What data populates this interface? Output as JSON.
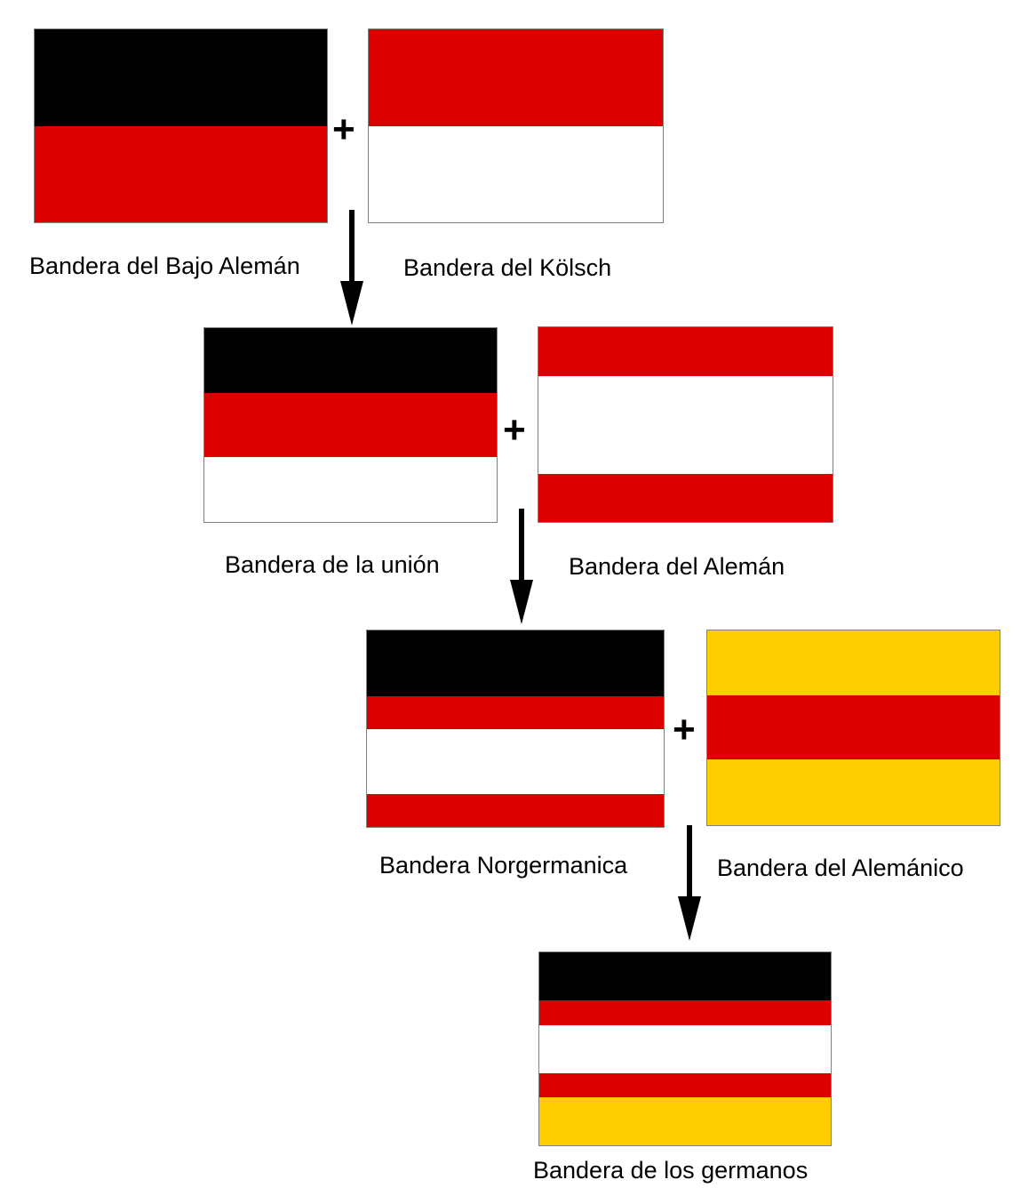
{
  "colors": {
    "black": "#000000",
    "red": "#dc0000",
    "white": "#ffffff",
    "yellow": "#ffcd00"
  },
  "plus_symbol": "+",
  "flags": [
    {
      "id": "bajo-aleman",
      "label": "Bandera del Bajo Alemán",
      "stripes": [
        {
          "color": "#000000",
          "h": 109
        },
        {
          "color": "#dc0000",
          "h": 109
        }
      ]
    },
    {
      "id": "kolsch",
      "label": "Bandera del Kölsch",
      "stripes": [
        {
          "color": "#dc0000",
          "h": 109
        },
        {
          "color": "#ffffff",
          "h": 109
        }
      ]
    },
    {
      "id": "union",
      "label": "Bandera de la unión",
      "stripes": [
        {
          "color": "#000000",
          "h": 73
        },
        {
          "color": "#dc0000",
          "h": 73
        },
        {
          "color": "#ffffff",
          "h": 73
        }
      ]
    },
    {
      "id": "aleman",
      "label": "Bandera del Alemán",
      "stripes": [
        {
          "color": "#dc0000",
          "h": 55
        },
        {
          "color": "#ffffff",
          "h": 110
        },
        {
          "color": "#dc0000",
          "h": 54
        }
      ]
    },
    {
      "id": "norgermanica",
      "label": "Bandera Norgermanica",
      "stripes": [
        {
          "color": "#000000",
          "h": 74
        },
        {
          "color": "#dc0000",
          "h": 37
        },
        {
          "color": "#ffffff",
          "h": 74
        },
        {
          "color": "#dc0000",
          "h": 37
        }
      ]
    },
    {
      "id": "alemanico",
      "label": "Bandera del Alemánico",
      "stripes": [
        {
          "color": "#ffcd00",
          "h": 73
        },
        {
          "color": "#dc0000",
          "h": 73
        },
        {
          "color": "#ffcd00",
          "h": 74
        }
      ]
    },
    {
      "id": "germanos",
      "label": "Bandera de los germanos",
      "stripes": [
        {
          "color": "#000000",
          "h": 54
        },
        {
          "color": "#dc0000",
          "h": 28
        },
        {
          "color": "#ffffff",
          "h": 54
        },
        {
          "color": "#dc0000",
          "h": 27
        },
        {
          "color": "#ffcd00",
          "h": 54
        }
      ]
    }
  ]
}
